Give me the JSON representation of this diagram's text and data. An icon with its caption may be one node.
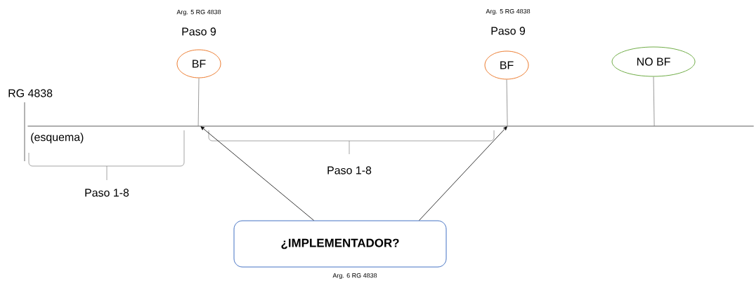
{
  "diagram": {
    "nodes": [
      {
        "text": [
          "BF"
        ],
        "beside": [
          "Arg. 5 RG 4838",
          "Paso 9"
        ]
      },
      {
        "text": [
          "BF"
        ],
        "beside": [
          "Arg. 5 RG 4838",
          "Paso 9"
        ]
      },
      {
        "text": [
          "NO BF"
        ]
      },
      {
        "text": [
          "¿IMPLEMENTADOR?"
        ],
        "beside": [
          "Arg. 6 RG 4838"
        ]
      },
      {
        "text": [],
        "shape": "bar"
      }
    ],
    "edges": [
      {
        "from": 0,
        "to": 4,
        "arrow": "none"
      },
      {
        "from": 1,
        "to": 4,
        "arrow": "none"
      },
      {
        "from": 2,
        "to": 4,
        "arrow": "none"
      },
      {
        "from": 3,
        "to": 4,
        "arrow": "to",
        "color": "#000000"
      },
      {
        "from": 3,
        "to": 4,
        "arrow": "to",
        "color": "#000000"
      }
    ],
    "labels": [
      "RG 4838",
      "(esquema)",
      "Paso 1-8",
      "Paso 1-8"
    ]
  }
}
